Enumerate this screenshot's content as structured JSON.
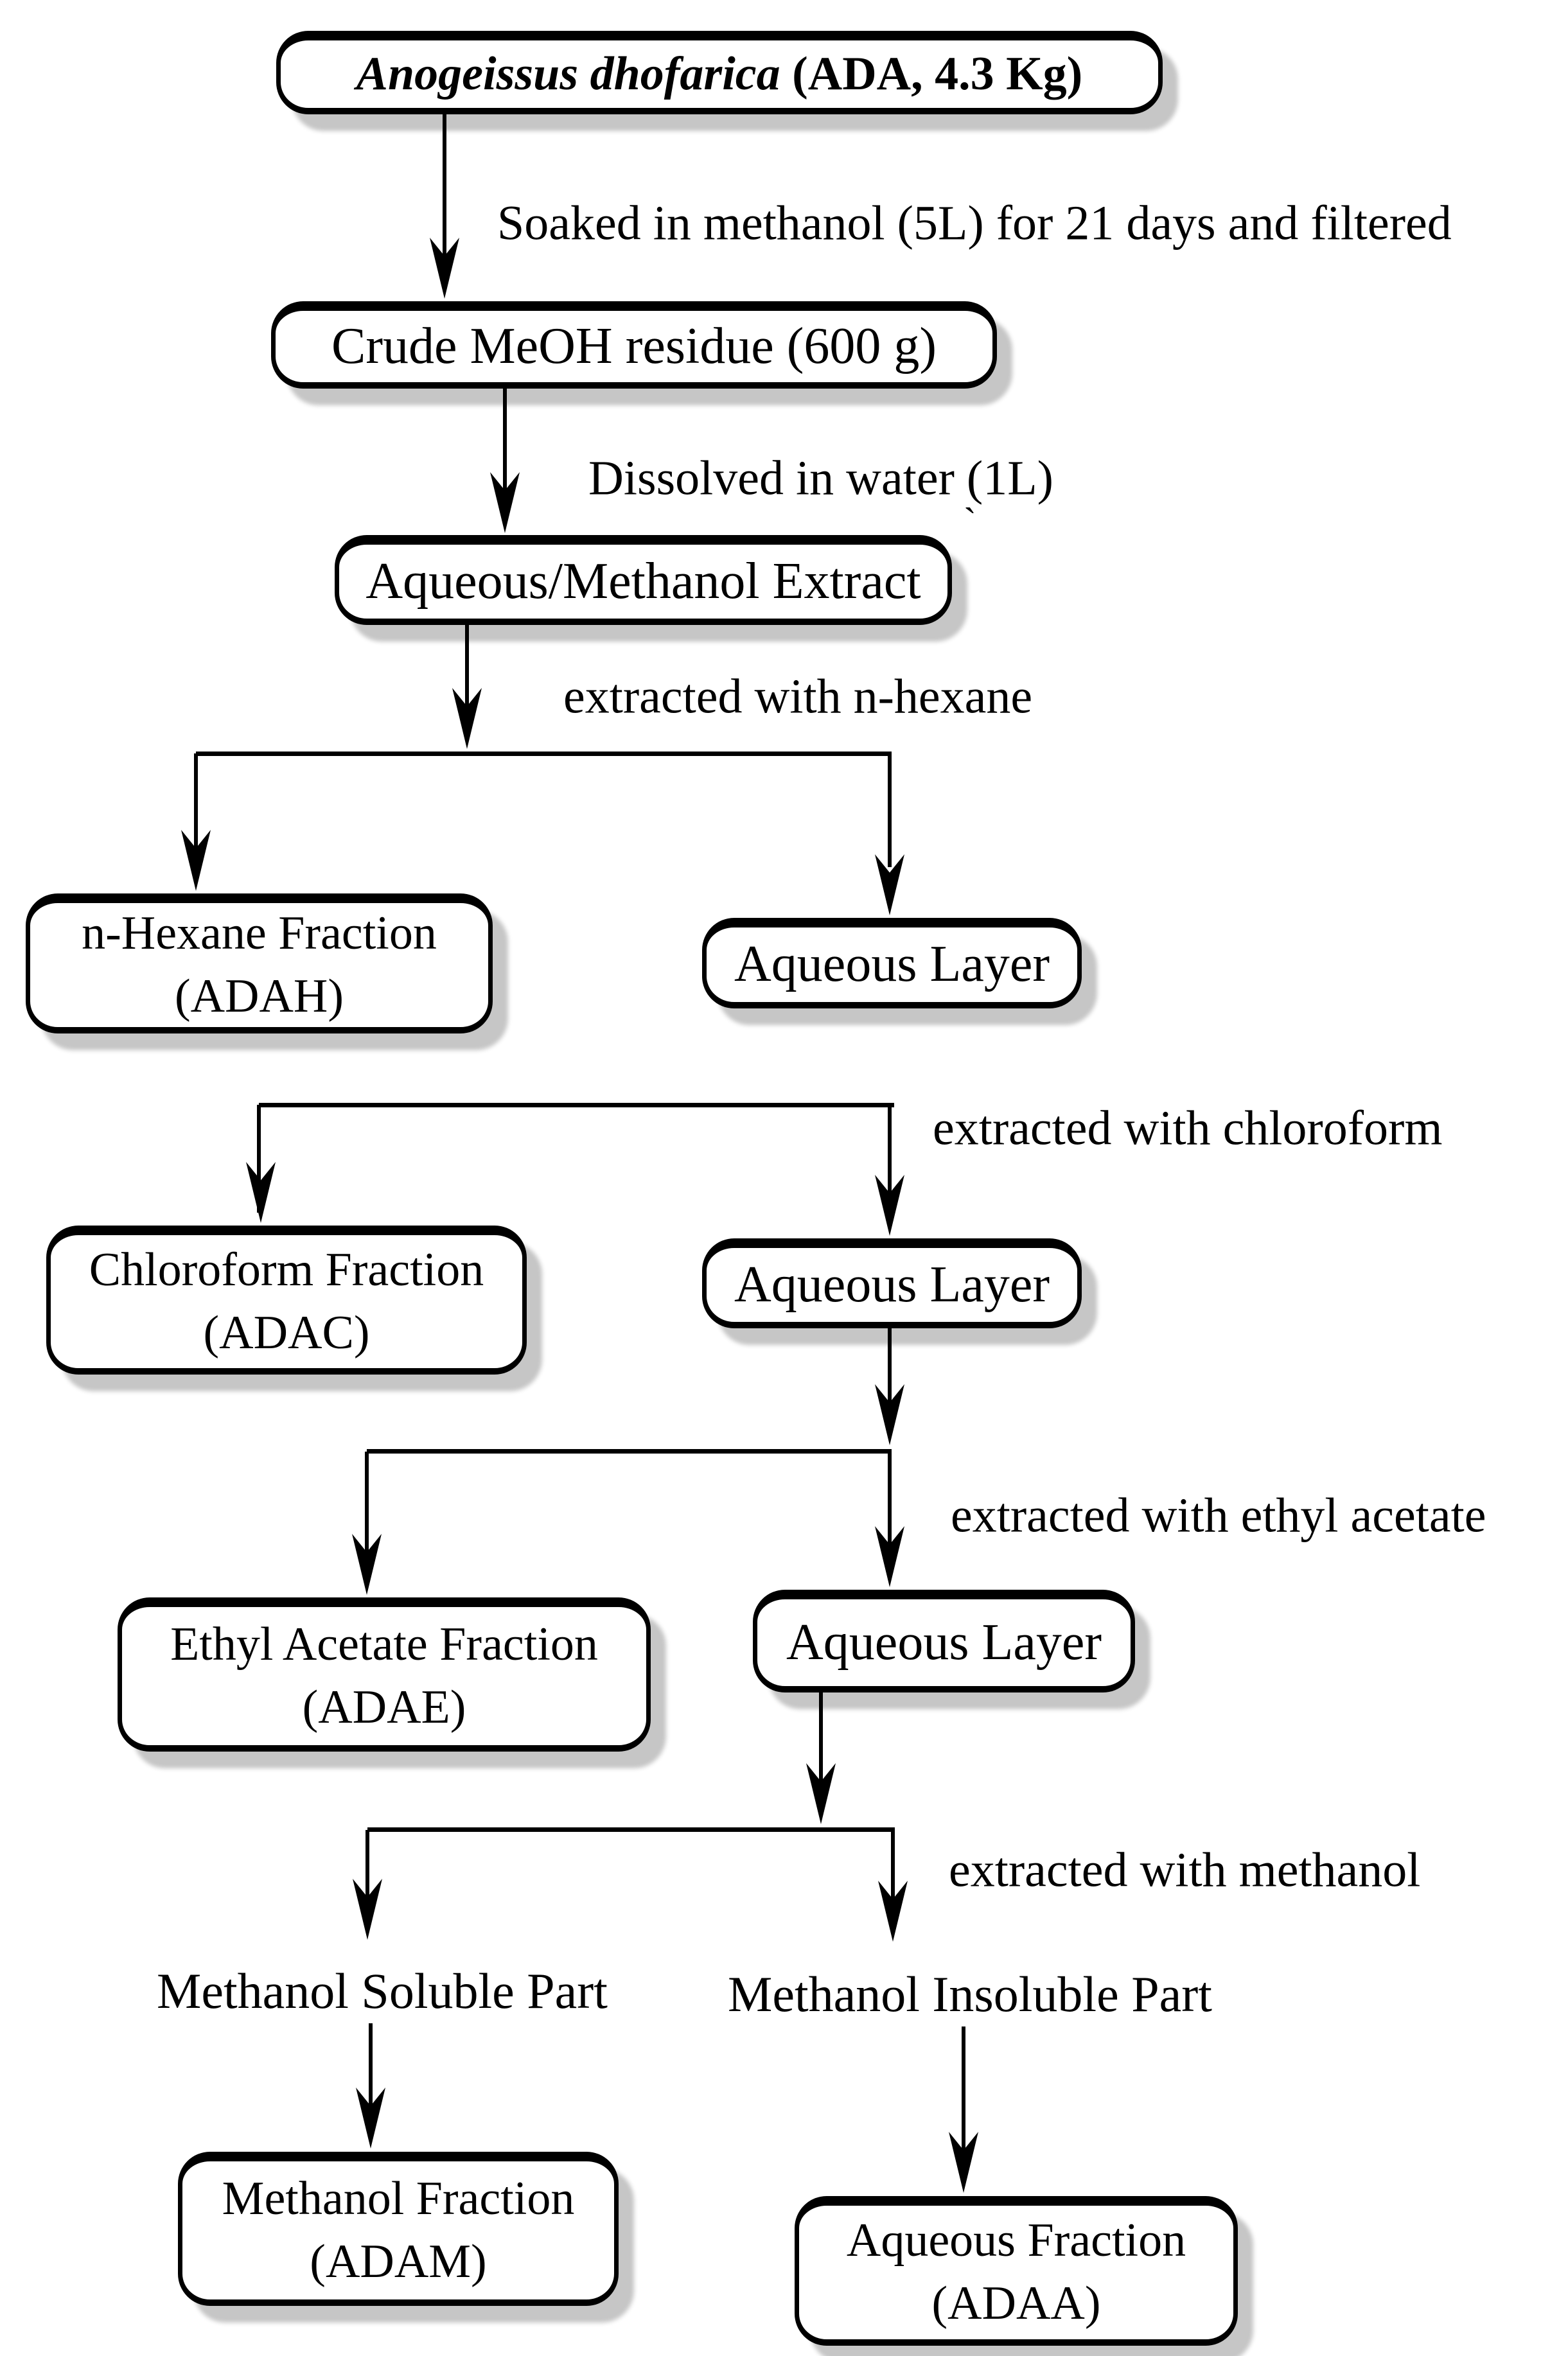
{
  "figure": {
    "background": "#ffffff",
    "line_color": "#000000",
    "shadow_color": "#c6c6c6"
  },
  "title_box": {
    "species": "Anogeissus dhofarica",
    "suffix": " (ADA, 4.3 Kg)"
  },
  "boxes": {
    "crude": "Crude MeOH residue (600 g)",
    "aq_methanol": "Aqueous/Methanol Extract",
    "hexane_line1": "n-Hexane Fraction",
    "hexane_line2": "(ADAH)",
    "aqueous_layer_1": "Aqueous Layer",
    "chloroform_line1": "Chloroform Fraction",
    "chloroform_line2": "(ADAC)",
    "aqueous_layer_2": "Aqueous Layer",
    "ethyl_line1": "Ethyl Acetate Fraction",
    "ethyl_line2": "(ADAE)",
    "aqueous_layer_3": "Aqueous Layer",
    "methanol_line1": "Methanol Fraction",
    "methanol_line2": "(ADAM)",
    "aqueous_fraction_line1": "Aqueous Fraction",
    "aqueous_fraction_line2": "(ADAA)"
  },
  "text_nodes": {
    "soluble": "Methanol Soluble Part",
    "insoluble": "Methanol Insoluble Part"
  },
  "edge_labels": {
    "soak": "Soaked in methanol (5L) for 21 days and filtered",
    "dissolve": "Dissolved in water (1L)",
    "hexane": "extracted with n-hexane",
    "chloroform": "extracted with chloroform",
    "ethyl_acetate": "extracted with ethyl acetate",
    "methanol": "extracted with methanol"
  },
  "artifact": "`"
}
